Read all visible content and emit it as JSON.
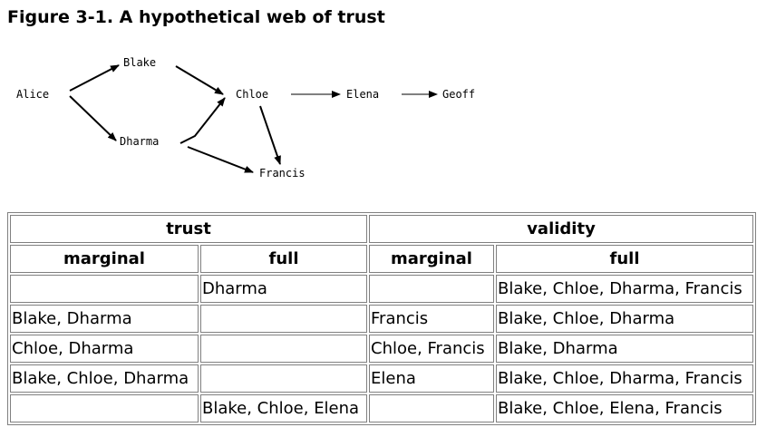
{
  "figure": {
    "title": "Figure 3-1. A hypothetical web of trust"
  },
  "diagram": {
    "nodes": {
      "alice": "Alice",
      "blake": "Blake",
      "dharma": "Dharma",
      "chloe": "Chloe",
      "elena": "Elena",
      "geoff": "Geoff",
      "francis": "Francis"
    }
  },
  "table": {
    "group_headers": [
      "trust",
      "validity"
    ],
    "sub_headers": [
      "marginal",
      "full",
      "marginal",
      "full"
    ],
    "rows": [
      [
        "",
        "Dharma",
        "",
        "Blake, Chloe, Dharma, Francis"
      ],
      [
        "Blake, Dharma",
        "",
        "Francis",
        "Blake, Chloe, Dharma"
      ],
      [
        "Chloe, Dharma",
        "",
        "Chloe, Francis",
        "Blake, Dharma"
      ],
      [
        "Blake, Chloe, Dharma",
        "",
        "Elena",
        "Blake, Chloe, Dharma, Francis"
      ],
      [
        "",
        "Blake, Chloe, Elena",
        "",
        "Blake, Chloe, Elena, Francis"
      ]
    ]
  }
}
